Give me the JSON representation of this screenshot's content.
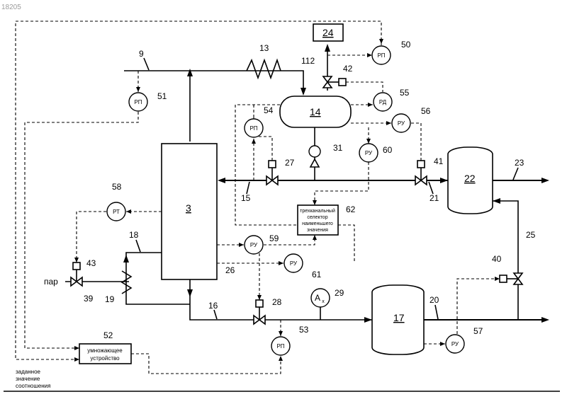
{
  "watermark": "18205",
  "units": {
    "u3": "3",
    "u14": "14",
    "u17": "17",
    "u22": "22",
    "u24": "24"
  },
  "selector": {
    "line1": "трехканальный",
    "line2": "селектор",
    "line3": "наименьшего",
    "line4": "значения"
  },
  "multiplier": {
    "line1": "умножающее",
    "line2": "устройство"
  },
  "instruments": {
    "i50": "РП",
    "i51": "РП",
    "i53": "РП",
    "i54": "РП",
    "i55": "РД",
    "i56": "РУ",
    "i57": "РУ",
    "i58": "РТ",
    "i59": "РУ",
    "i60": "РУ",
    "i61": "РУ",
    "i29_main": "A",
    "i29_sub": "x"
  },
  "labels": {
    "steam": "пар",
    "setpoint1": "заданное",
    "setpoint2": "значение",
    "setpoint3": "соотношения"
  },
  "refs": {
    "r9": "9",
    "r13": "13",
    "r15": "15",
    "r16": "16",
    "r18": "18",
    "r19": "19",
    "r20": "20",
    "r21": "21",
    "r23": "23",
    "r25": "25",
    "r26": "26",
    "r27": "27",
    "r28": "28",
    "r29": "29",
    "r31": "31",
    "r39": "39",
    "r40": "40",
    "r41": "41",
    "r42": "42",
    "r43": "43",
    "r50": "50",
    "r51": "51",
    "r52": "52",
    "r53": "53",
    "r54": "54",
    "r55": "55",
    "r56": "56",
    "r57": "57",
    "r58": "58",
    "r59": "59",
    "r60": "60",
    "r61": "61",
    "r62": "62",
    "r112": "112"
  }
}
